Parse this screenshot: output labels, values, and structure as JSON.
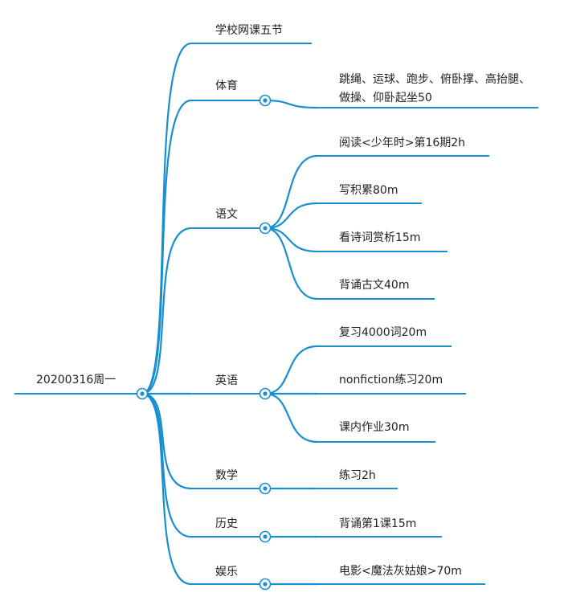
{
  "root": {
    "label": "20200316周一",
    "icon": "collapse-circle-icon"
  },
  "branches": [
    {
      "label": "学校网课五节",
      "children": []
    },
    {
      "label": "体育",
      "children": [
        "跳绳、运球、跑步、俯卧撑、高抬腿、做操、仰卧起坐50"
      ]
    },
    {
      "label": "语文",
      "children": [
        "阅读<少年时>第16期2h",
        "写积累80m",
        "看诗词赏析15m",
        "背诵古文40m"
      ]
    },
    {
      "label": "英语",
      "children": [
        "复习4000词20m",
        "nonfiction练习20m",
        "课内作业30m"
      ]
    },
    {
      "label": "数学",
      "children": [
        "练习2h"
      ]
    },
    {
      "label": "历史",
      "children": [
        "背诵第1课15m"
      ]
    },
    {
      "label": "娱乐",
      "children": [
        "电影<魔法灰姑娘>70m"
      ]
    }
  ],
  "colors": {
    "line": "#1a8fd0",
    "text": "#222222"
  }
}
